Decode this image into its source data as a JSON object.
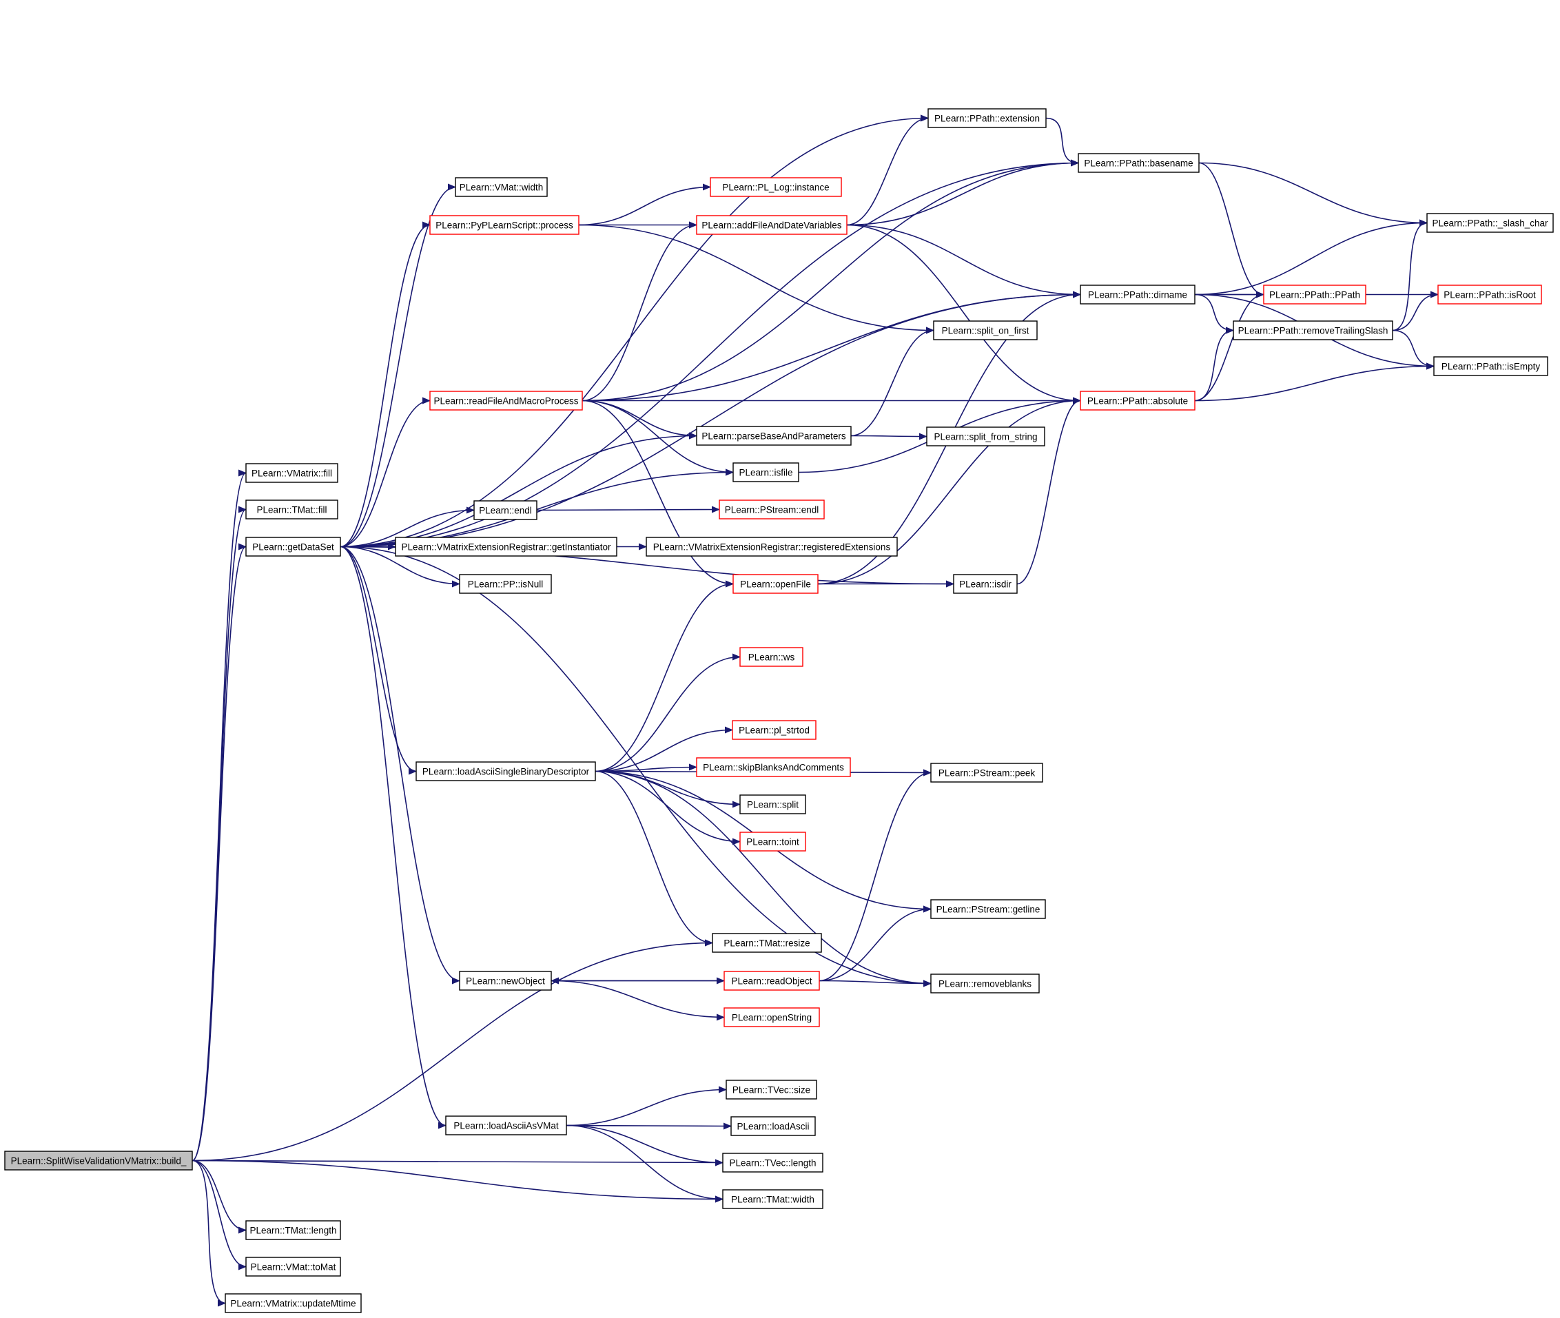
{
  "graph": {
    "colors": {
      "edge": "#191970",
      "node_border": "#000000",
      "node_border_external": "#ff0000",
      "root_fill": "#bfbfbf",
      "node_fill": "#ffffff"
    },
    "nodes": [
      {
        "id": "build",
        "label": "PLearn::SplitWiseValidationVMatrix::build_",
        "style": "root"
      },
      {
        "id": "vmatrix_fill",
        "label": "PLearn::VMatrix::fill",
        "style": "normal"
      },
      {
        "id": "tmat_fill",
        "label": "PLearn::TMat::fill",
        "style": "normal"
      },
      {
        "id": "getDataSet",
        "label": "PLearn::getDataSet",
        "style": "normal"
      },
      {
        "id": "tmat_length",
        "label": "PLearn::TMat::length",
        "style": "normal"
      },
      {
        "id": "vmat_toMat",
        "label": "PLearn::VMat::toMat",
        "style": "normal"
      },
      {
        "id": "updateMtime",
        "label": "PLearn::VMatrix::updateMtime",
        "style": "normal"
      },
      {
        "id": "vmat_width",
        "label": "PLearn::VMat::width",
        "style": "normal"
      },
      {
        "id": "pyplearn_process",
        "label": "PLearn::PyPLearnScript::process",
        "style": "external"
      },
      {
        "id": "readFileAndMacro",
        "label": "PLearn::readFileAndMacroProcess",
        "style": "external"
      },
      {
        "id": "endl",
        "label": "PLearn::endl",
        "style": "normal"
      },
      {
        "id": "getInstantiator",
        "label": "PLearn::VMatrixExtensionRegistrar::getInstantiator",
        "style": "normal"
      },
      {
        "id": "pp_isNull",
        "label": "PLearn::PP::isNull",
        "style": "normal"
      },
      {
        "id": "loadAsciiSingle",
        "label": "PLearn::loadAsciiSingleBinaryDescriptor",
        "style": "normal"
      },
      {
        "id": "newObject",
        "label": "PLearn::newObject",
        "style": "normal"
      },
      {
        "id": "loadAsciiAsVMat",
        "label": "PLearn::loadAsciiAsVMat",
        "style": "normal"
      },
      {
        "id": "pl_log_instance",
        "label": "PLearn::PL_Log::instance",
        "style": "external"
      },
      {
        "id": "addFileAndDate",
        "label": "PLearn::addFileAndDateVariables",
        "style": "external"
      },
      {
        "id": "parseBase",
        "label": "PLearn::parseBaseAndParameters",
        "style": "normal"
      },
      {
        "id": "isfile",
        "label": "PLearn::isfile",
        "style": "normal"
      },
      {
        "id": "pstream_endl",
        "label": "PLearn::PStream::endl",
        "style": "external"
      },
      {
        "id": "registeredExt",
        "label": "PLearn::VMatrixExtensionRegistrar::registeredExtensions",
        "style": "normal"
      },
      {
        "id": "openFile",
        "label": "PLearn::openFile",
        "style": "external"
      },
      {
        "id": "ws",
        "label": "PLearn::ws",
        "style": "external"
      },
      {
        "id": "pl_strtod",
        "label": "PLearn::pl_strtod",
        "style": "external"
      },
      {
        "id": "skipBlanks",
        "label": "PLearn::skipBlanksAndComments",
        "style": "external"
      },
      {
        "id": "split",
        "label": "PLearn::split",
        "style": "normal"
      },
      {
        "id": "toint",
        "label": "PLearn::toint",
        "style": "external"
      },
      {
        "id": "tmat_resize",
        "label": "PLearn::TMat::resize",
        "style": "normal"
      },
      {
        "id": "readObject",
        "label": "PLearn::readObject",
        "style": "external"
      },
      {
        "id": "openString",
        "label": "PLearn::openString",
        "style": "external"
      },
      {
        "id": "tvec_size",
        "label": "PLearn::TVec::size",
        "style": "normal"
      },
      {
        "id": "loadAscii",
        "label": "PLearn::loadAscii",
        "style": "normal"
      },
      {
        "id": "tvec_length",
        "label": "PLearn::TVec::length",
        "style": "normal"
      },
      {
        "id": "tmat_width",
        "label": "PLearn::TMat::width",
        "style": "normal"
      },
      {
        "id": "ppath_extension",
        "label": "PLearn::PPath::extension",
        "style": "normal"
      },
      {
        "id": "split_on_first",
        "label": "PLearn::split_on_first",
        "style": "normal"
      },
      {
        "id": "split_from_string",
        "label": "PLearn::split_from_string",
        "style": "normal"
      },
      {
        "id": "isdir",
        "label": "PLearn::isdir",
        "style": "normal"
      },
      {
        "id": "pstream_peek",
        "label": "PLearn::PStream::peek",
        "style": "normal"
      },
      {
        "id": "pstream_getline",
        "label": "PLearn::PStream::getline",
        "style": "normal"
      },
      {
        "id": "removeblanks",
        "label": "PLearn::removeblanks",
        "style": "normal"
      },
      {
        "id": "ppath_basename",
        "label": "PLearn::PPath::basename",
        "style": "normal"
      },
      {
        "id": "ppath_dirname",
        "label": "PLearn::PPath::dirname",
        "style": "normal"
      },
      {
        "id": "ppath_absolute",
        "label": "PLearn::PPath::absolute",
        "style": "external"
      },
      {
        "id": "ppath_ppath",
        "label": "PLearn::PPath::PPath",
        "style": "external"
      },
      {
        "id": "removeTrailing",
        "label": "PLearn::PPath::removeTrailingSlash",
        "style": "normal"
      },
      {
        "id": "slash_char",
        "label": "PLearn::PPath::_slash_char",
        "style": "normal"
      },
      {
        "id": "isRoot",
        "label": "PLearn::PPath::isRoot",
        "style": "external"
      },
      {
        "id": "isEmpty",
        "label": "PLearn::PPath::isEmpty",
        "style": "normal"
      }
    ],
    "edges": [
      [
        "build",
        "vmatrix_fill"
      ],
      [
        "build",
        "tmat_fill"
      ],
      [
        "build",
        "getDataSet"
      ],
      [
        "build",
        "tmat_resize"
      ],
      [
        "build",
        "tvec_length"
      ],
      [
        "build",
        "tmat_width"
      ],
      [
        "build",
        "tmat_length"
      ],
      [
        "build",
        "vmat_toMat"
      ],
      [
        "build",
        "updateMtime"
      ],
      [
        "getDataSet",
        "ppath_basename"
      ],
      [
        "getDataSet",
        "ppath_extension"
      ],
      [
        "getDataSet",
        "vmat_width"
      ],
      [
        "getDataSet",
        "pyplearn_process"
      ],
      [
        "getDataSet",
        "ppath_dirname"
      ],
      [
        "getDataSet",
        "readFileAndMacro"
      ],
      [
        "getDataSet",
        "parseBase"
      ],
      [
        "getDataSet",
        "isfile"
      ],
      [
        "getDataSet",
        "endl"
      ],
      [
        "getDataSet",
        "getInstantiator"
      ],
      [
        "getDataSet",
        "pp_isNull"
      ],
      [
        "getDataSet",
        "isdir"
      ],
      [
        "getDataSet",
        "loadAsciiSingle"
      ],
      [
        "getDataSet",
        "newObject"
      ],
      [
        "getDataSet",
        "removeblanks"
      ],
      [
        "getDataSet",
        "loadAsciiAsVMat"
      ],
      [
        "pyplearn_process",
        "pl_log_instance"
      ],
      [
        "pyplearn_process",
        "addFileAndDate"
      ],
      [
        "pyplearn_process",
        "split_on_first"
      ],
      [
        "addFileAndDate",
        "ppath_extension"
      ],
      [
        "addFileAndDate",
        "ppath_basename"
      ],
      [
        "addFileAndDate",
        "ppath_dirname"
      ],
      [
        "addFileAndDate",
        "ppath_absolute"
      ],
      [
        "readFileAndMacro",
        "addFileAndDate"
      ],
      [
        "readFileAndMacro",
        "ppath_basename"
      ],
      [
        "readFileAndMacro",
        "ppath_dirname"
      ],
      [
        "readFileAndMacro",
        "ppath_absolute"
      ],
      [
        "readFileAndMacro",
        "parseBase"
      ],
      [
        "readFileAndMacro",
        "isfile"
      ],
      [
        "readFileAndMacro",
        "openFile"
      ],
      [
        "parseBase",
        "split_on_first"
      ],
      [
        "parseBase",
        "split_from_string"
      ],
      [
        "isfile",
        "ppath_absolute"
      ],
      [
        "endl",
        "pstream_endl"
      ],
      [
        "getInstantiator",
        "registeredExt"
      ],
      [
        "openFile",
        "ppath_dirname"
      ],
      [
        "openFile",
        "ppath_absolute"
      ],
      [
        "openFile",
        "isdir"
      ],
      [
        "isdir",
        "ppath_absolute"
      ],
      [
        "loadAsciiSingle",
        "openFile"
      ],
      [
        "loadAsciiSingle",
        "ws"
      ],
      [
        "loadAsciiSingle",
        "pstream_peek"
      ],
      [
        "loadAsciiSingle",
        "pl_strtod"
      ],
      [
        "loadAsciiSingle",
        "skipBlanks"
      ],
      [
        "loadAsciiSingle",
        "split"
      ],
      [
        "loadAsciiSingle",
        "toint"
      ],
      [
        "loadAsciiSingle",
        "pstream_getline"
      ],
      [
        "loadAsciiSingle",
        "tmat_resize"
      ],
      [
        "loadAsciiSingle",
        "removeblanks"
      ],
      [
        "newObject",
        "readObject"
      ],
      [
        "newObject",
        "openString"
      ],
      [
        "readObject",
        "newObject"
      ],
      [
        "readObject",
        "pstream_peek"
      ],
      [
        "readObject",
        "pstream_getline"
      ],
      [
        "readObject",
        "removeblanks"
      ],
      [
        "loadAsciiAsVMat",
        "tvec_size"
      ],
      [
        "loadAsciiAsVMat",
        "loadAscii"
      ],
      [
        "loadAsciiAsVMat",
        "tvec_length"
      ],
      [
        "loadAsciiAsVMat",
        "tmat_width"
      ],
      [
        "ppath_extension",
        "ppath_basename"
      ],
      [
        "ppath_basename",
        "slash_char"
      ],
      [
        "ppath_basename",
        "ppath_ppath"
      ],
      [
        "ppath_dirname",
        "slash_char"
      ],
      [
        "ppath_dirname",
        "ppath_ppath"
      ],
      [
        "ppath_dirname",
        "isRoot"
      ],
      [
        "ppath_dirname",
        "removeTrailing"
      ],
      [
        "ppath_dirname",
        "isEmpty"
      ],
      [
        "ppath_absolute",
        "ppath_ppath"
      ],
      [
        "ppath_absolute",
        "removeTrailing"
      ],
      [
        "ppath_absolute",
        "isEmpty"
      ],
      [
        "removeTrailing",
        "slash_char"
      ],
      [
        "removeTrailing",
        "isRoot"
      ],
      [
        "removeTrailing",
        "isEmpty"
      ]
    ]
  }
}
